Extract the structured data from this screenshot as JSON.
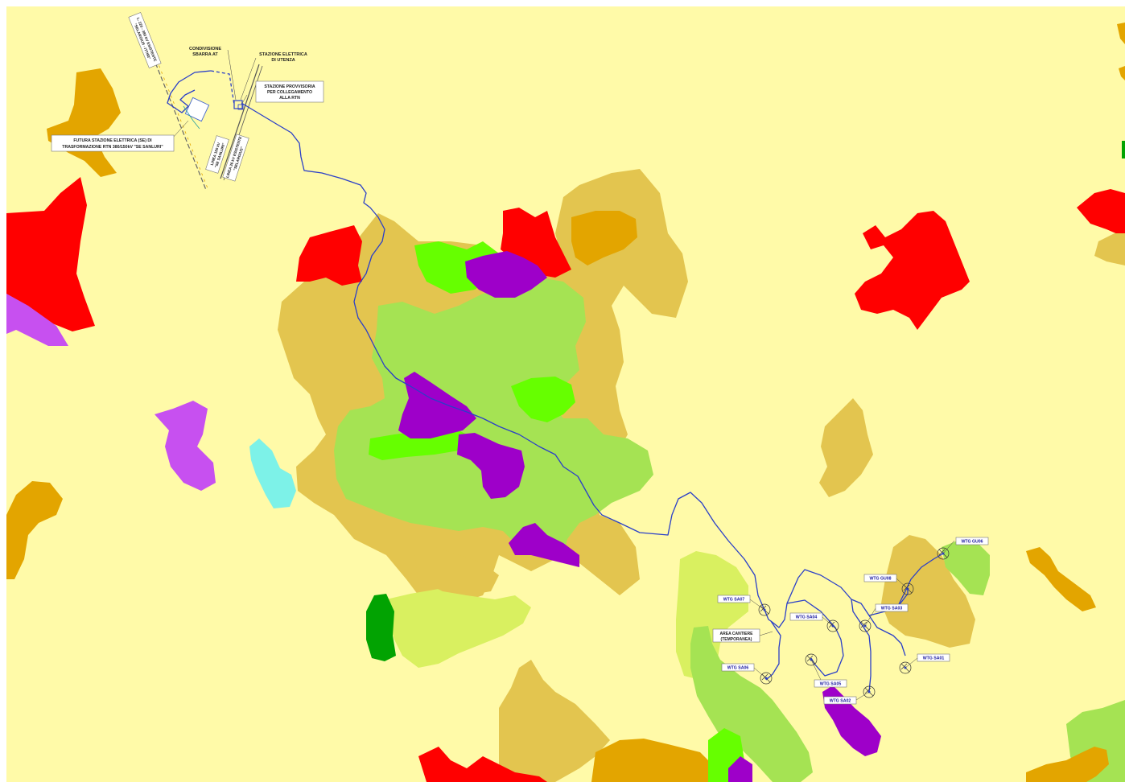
{
  "colors": {
    "background": "#fffaa8",
    "red": "#ff0000",
    "orange": "#e3a500",
    "tan": "#e3c54f",
    "lightgreen": "#a5e353",
    "brightgreen": "#66ff00",
    "purple": "#9e00c9",
    "violet": "#c750f0",
    "cyan": "#7df2e8",
    "darkgreen": "#02a302",
    "yellowgreen": "#d9f060",
    "route": "#2a3fc8"
  },
  "labels": {
    "connection_bar": [
      "CONDIVISIONE",
      "SBARRA AT"
    ],
    "user_station": [
      "STAZIONE ELETTRICA",
      "DI UTENZA"
    ],
    "temp_station": [
      "STAZIONE PROVVISORIA",
      "PER COLLEGAMENTO",
      "ALLA RTN"
    ],
    "future_station": [
      "FUTURA STAZIONE ELETTRICA (SE) DI",
      "TRASFORMAZIONE RTN 380/150kV \"SE SANLURI\""
    ],
    "line_a": [
      "L. 220 - 380 kV ESISTENTE",
      "\"SELARGIUS - ITTIRI\""
    ],
    "line_b": [
      "LINEA 150 kV",
      "\"SE SANLURI\""
    ],
    "line_c": [
      "LINEA 36 kV ESISTENTE",
      "\"SELARGIUS\""
    ],
    "site_area": [
      "AREA CANTIERE",
      "(TEMPORANEA)"
    ]
  },
  "turbines": [
    {
      "id": "wtg-gu06",
      "label": "WTG GU06"
    },
    {
      "id": "wtg-gu08",
      "label": "WTG GU08"
    },
    {
      "id": "wtg-sa07",
      "label": "WTG SA07"
    },
    {
      "id": "wtg-sa04",
      "label": "WTG SA04"
    },
    {
      "id": "wtg-sa03",
      "label": "WTG SA03"
    },
    {
      "id": "wtg-sa06",
      "label": "WTG SA06"
    },
    {
      "id": "wtg-sa05",
      "label": "WTG SA05"
    },
    {
      "id": "wtg-sa02",
      "label": "WTG SA02"
    },
    {
      "id": "wtg-sa01",
      "label": "WTG SA01"
    }
  ]
}
